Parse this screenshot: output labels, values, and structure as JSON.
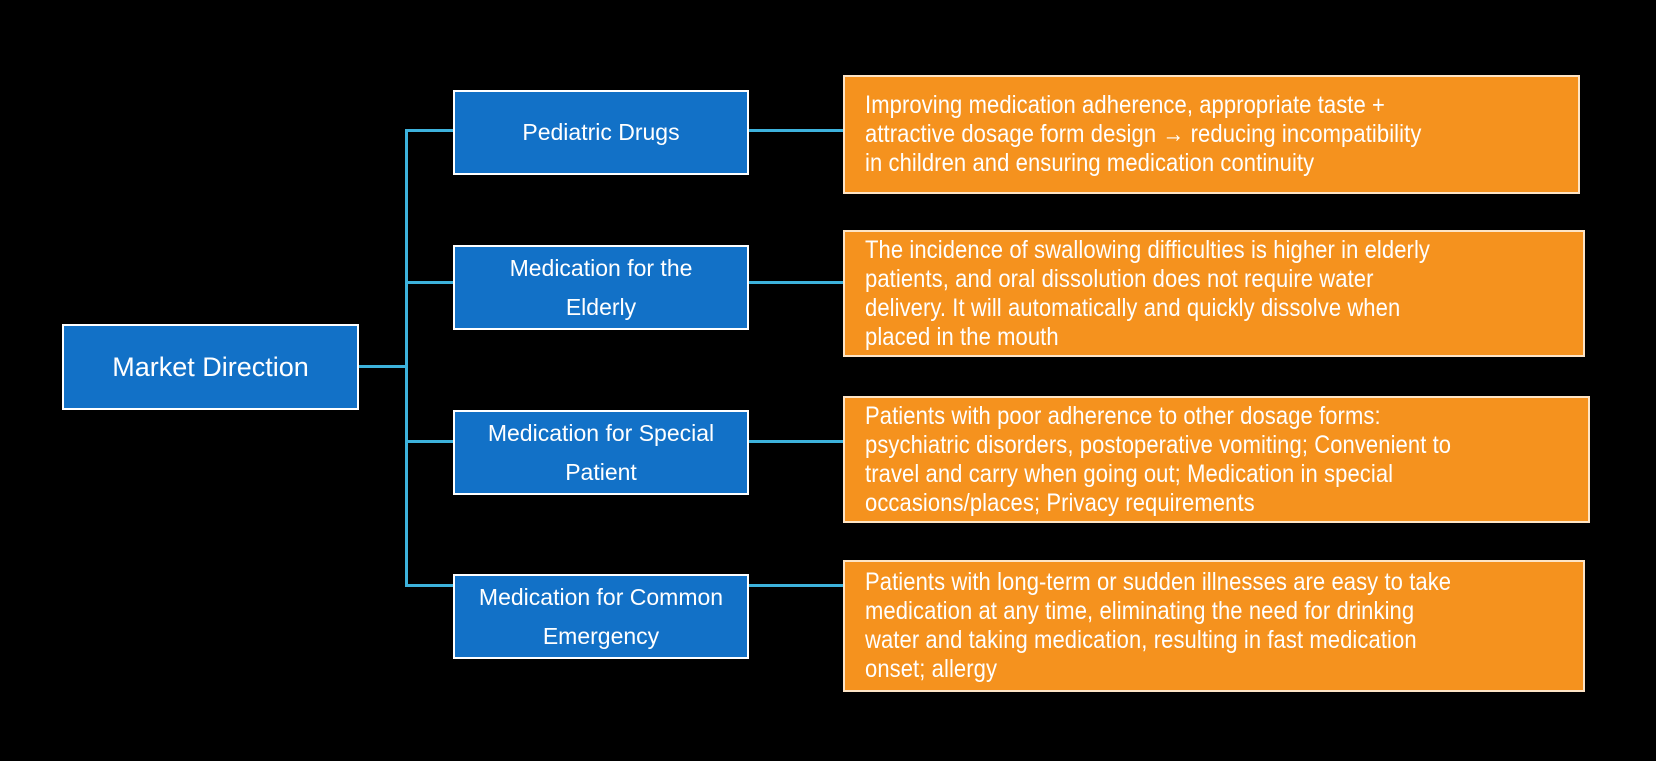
{
  "root": {
    "label": "Market Direction"
  },
  "branches": [
    {
      "label": "Pediatric Drugs",
      "description": "Improving medication adherence, appropriate taste +\nattractive dosage form design → reducing incompatibility\nin children and ensuring medication continuity"
    },
    {
      "label": "Medication for the\nElderly",
      "description": "The incidence of swallowing difficulties is higher in elderly\npatients, and oral dissolution does not require water\ndelivery. It will automatically and quickly dissolve when\nplaced in the mouth"
    },
    {
      "label": "Medication for Special\nPatient",
      "description": "Patients with poor adherence to other dosage forms:\npsychiatric disorders, postoperative vomiting; Convenient to\ntravel and carry when going out; Medication in special\noccasions/places; Privacy requirements"
    },
    {
      "label": "Medication for Common\nEmergency",
      "description": "Patients with long-term or sudden illnesses are easy to take\nmedication at any time, eliminating the need for drinking\nwater and taking medication, resulting in fast medication\nonset; allergy"
    }
  ],
  "colors": {
    "background": "#000000",
    "node_fill": "#1271C7",
    "node_border": "#FFFFFF",
    "description_fill": "#F5921E",
    "connector": "#3DB2DC",
    "text": "#FFFFFF"
  }
}
